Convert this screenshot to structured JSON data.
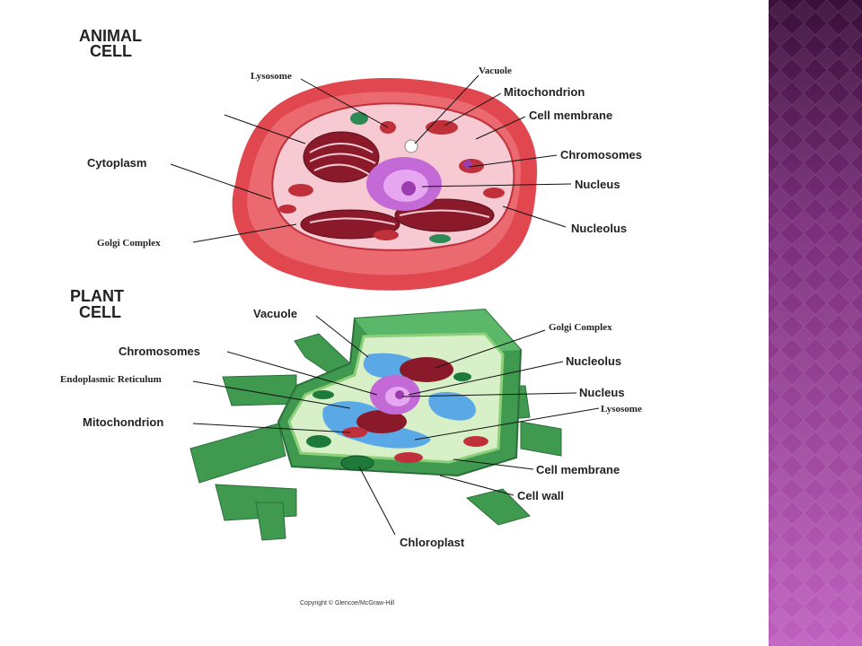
{
  "animal": {
    "title_line1": "ANIMAL",
    "title_line2": "CELL",
    "labels": {
      "lysosome": "Lysosome",
      "vacuole": "Vacuole",
      "mitochondrion": "Mitochondrion",
      "cell_membrane": "Cell membrane",
      "chromosomes": "Chromosomes",
      "nucleus": "Nucleus",
      "nucleolus": "Nucleolus",
      "cytoplasm": "Cytoplasm",
      "golgi": "Golgi Complex"
    }
  },
  "plant": {
    "title_line1": "PLANT",
    "title_line2": "CELL",
    "labels": {
      "vacuole": "Vacuole",
      "golgi": "Golgi Complex",
      "chromosomes": "Chromosomes",
      "nucleolus": "Nucleolus",
      "er": "Endoplasmic Reticulum",
      "nucleus": "Nucleus",
      "mitochondrion": "Mitochondrion",
      "lysosome": "Lysosome",
      "cell_membrane": "Cell membrane",
      "cell_wall": "Cell wall",
      "chloroplast": "Chloroplast"
    }
  },
  "copyright": "Copyright © Glencoe/McGraw-Hill",
  "colors": {
    "panel_dark": "#3a0f3a",
    "panel_light": "#b85ab8",
    "animal_outer": "#e0474f",
    "animal_inner": "#f7c9d2",
    "plant_wall": "#3f9a4f",
    "plant_wall_dark": "#2c6e39",
    "plant_inner": "#d8f0c8",
    "plant_vacuole": "#5aa9e6"
  }
}
